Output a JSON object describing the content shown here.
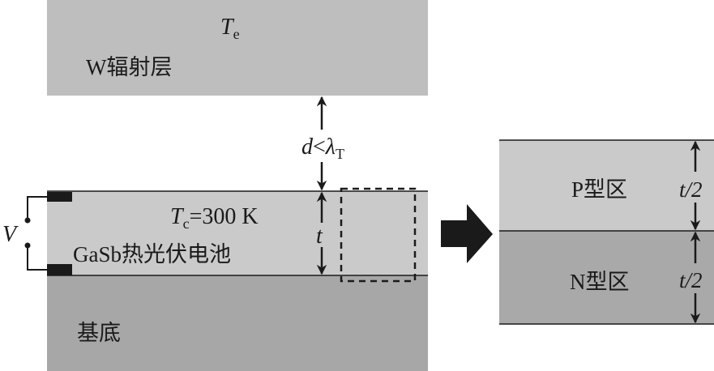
{
  "emitter": {
    "temp_symbol": "T",
    "temp_sub": "e",
    "label": "W辐射层"
  },
  "gap": {
    "symbol": "d",
    "relation": "<",
    "lambda": "λ",
    "lambda_sub": "T"
  },
  "cell": {
    "temp_symbol": "T",
    "temp_sub": "c",
    "temp_value": "=300 K",
    "label": "GaSb热光伏电池",
    "thickness": "t"
  },
  "circuit": {
    "voltage": "V"
  },
  "substrate": {
    "label": "基底"
  },
  "zoom_panel": {
    "p_region": "P型区",
    "n_region": "N型区",
    "half_thickness": "t/2"
  },
  "colors": {
    "emitter": "#bebebe",
    "cell": "#cacaca",
    "substrate": "#a7a7a7",
    "ink": "#1a1a1a"
  }
}
